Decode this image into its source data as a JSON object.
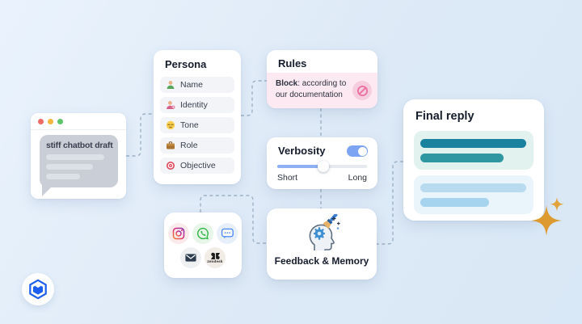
{
  "background": {
    "color_top": "#eaf3fd",
    "color_bottom": "#d9e8f6"
  },
  "browser_preview": {
    "bubble_text": "stiff chatbot draft",
    "traffic_lights": {
      "red": "#ef6a62",
      "yellow": "#f5b63f",
      "green": "#5bc46a"
    }
  },
  "persona": {
    "title": "Persona",
    "items": [
      {
        "icon": "person-green-icon",
        "label": "Name"
      },
      {
        "icon": "person-pink-icon",
        "label": "Identity"
      },
      {
        "icon": "smiley-face-icon",
        "label": "Tone"
      },
      {
        "icon": "briefcase-icon",
        "label": "Role"
      },
      {
        "icon": "target-icon",
        "label": "Objective"
      }
    ]
  },
  "rules": {
    "title": "Rules",
    "block_keyword": "Block",
    "block_text": ": according to our documentation",
    "icon": "no-entry-icon",
    "highlight_color": "#fce9f1"
  },
  "verbosity": {
    "title": "Verbosity",
    "toggle_state": "on",
    "slider_value_pct": 51,
    "min_label": "Short",
    "max_label": "Long",
    "accent_color": "#7ca4f2"
  },
  "channels": {
    "icons": [
      "instagram-icon",
      "whatsapp-icon",
      "chat-bubble-icon",
      "email-icon",
      "zendesk-icon"
    ],
    "zendesk_wordmark": "zendesk"
  },
  "feedback_memory": {
    "title": "Feedback & Memory",
    "icon": "head-gear-brush-icon"
  },
  "final_reply": {
    "title": "Final reply",
    "message_colors": {
      "teal_dark": "#1a819e",
      "teal": "#2f97a2",
      "blue_light": "#b9dbf0",
      "blue": "#a6d3ed"
    }
  },
  "decorations": {
    "sparkle_color": "#dc9a30",
    "logo": "hexagon-box-logo"
  }
}
